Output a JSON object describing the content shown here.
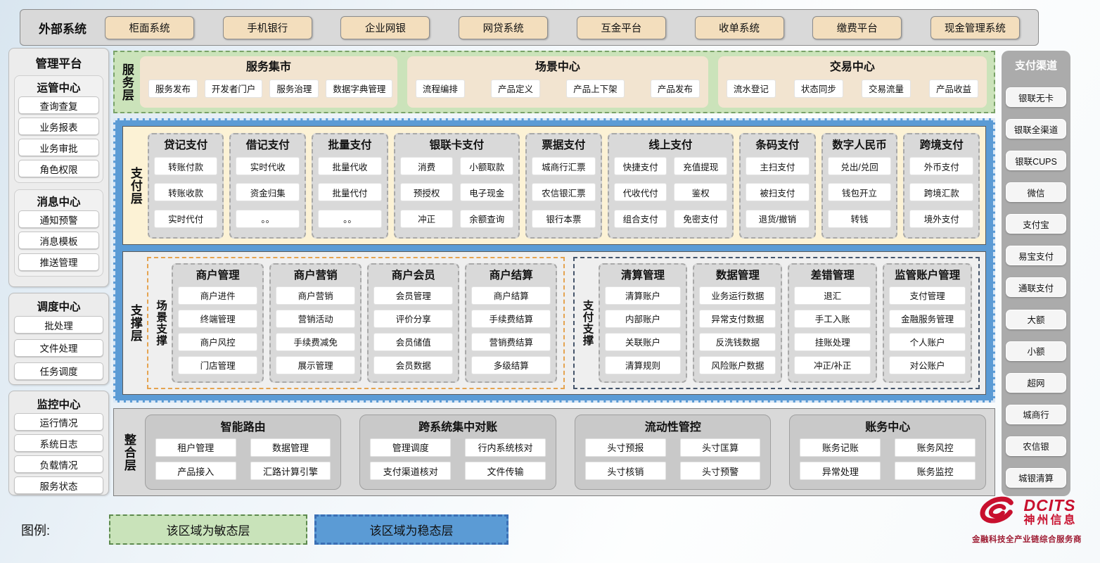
{
  "external": {
    "label": "外部系统",
    "systems": [
      "柜面系统",
      "手机银行",
      "企业网银",
      "网贷系统",
      "互金平台",
      "收单系统",
      "缴费平台",
      "现金管理系统"
    ]
  },
  "management": {
    "title": "管理平台",
    "groups": [
      {
        "title": "运管中心",
        "items": [
          "查询查复",
          "业务报表",
          "业务审批",
          "角色权限"
        ]
      },
      {
        "title": "消息中心",
        "items": [
          "通知预警",
          "消息模板",
          "推送管理"
        ]
      },
      {
        "title": "调度中心",
        "items": [
          "批处理",
          "文件处理",
          "任务调度"
        ]
      },
      {
        "title": "监控中心",
        "items": [
          "运行情况",
          "系统日志",
          "负载情况",
          "服务状态"
        ]
      }
    ]
  },
  "service_layer": {
    "label": "服务层",
    "groups": [
      {
        "title": "服务集市",
        "items": [
          "服务发布",
          "开发者门户",
          "服务治理",
          "数据字典管理"
        ]
      },
      {
        "title": "场景中心",
        "items": [
          "流程编排",
          "产品定义",
          "产品上下架",
          "产品发布"
        ]
      },
      {
        "title": "交易中心",
        "items": [
          "流水登记",
          "状态同步",
          "交易流量",
          "产品收益"
        ]
      }
    ]
  },
  "payment_layer": {
    "label": "支付层",
    "columns": [
      {
        "title": "贷记支付",
        "cols": 1,
        "items": [
          "转账付款",
          "转账收款",
          "实时代付"
        ]
      },
      {
        "title": "借记支付",
        "cols": 1,
        "items": [
          "实时代收",
          "资金归集",
          "。。"
        ]
      },
      {
        "title": "批量支付",
        "cols": 1,
        "items": [
          "批量代收",
          "批量代付",
          "。。"
        ]
      },
      {
        "title": "银联卡支付",
        "cols": 2,
        "items": [
          "消费",
          "小额取款",
          "预授权",
          "电子现金",
          "冲正",
          "余额查询"
        ]
      },
      {
        "title": "票据支付",
        "cols": 1,
        "items": [
          "城商行汇票",
          "农信银汇票",
          "银行本票"
        ]
      },
      {
        "title": "线上支付",
        "cols": 2,
        "items": [
          "快捷支付",
          "充值提现",
          "代收代付",
          "鉴权",
          "组合支付",
          "免密支付"
        ]
      },
      {
        "title": "条码支付",
        "cols": 1,
        "items": [
          "主扫支付",
          "被扫支付",
          "退货/撤销"
        ]
      },
      {
        "title": "数字人民币",
        "cols": 1,
        "items": [
          "兑出/兑回",
          "钱包开立",
          "转钱"
        ]
      },
      {
        "title": "跨境支付",
        "cols": 1,
        "items": [
          "外币支付",
          "跨境汇款",
          "境外支付"
        ]
      }
    ]
  },
  "support_layer": {
    "label": "支撑层",
    "sections": [
      {
        "label": "场景支撑",
        "columns": [
          {
            "title": "商户管理",
            "items": [
              "商户进件",
              "终端管理",
              "商户风控",
              "门店管理"
            ]
          },
          {
            "title": "商户营销",
            "items": [
              "商户营销",
              "营销活动",
              "手续费减免",
              "展示管理"
            ]
          },
          {
            "title": "商户会员",
            "items": [
              "会员管理",
              "评价分享",
              "会员储值",
              "会员数据"
            ]
          },
          {
            "title": "商户结算",
            "items": [
              "商户结算",
              "手续费结算",
              "营销费结算",
              "多级结算"
            ]
          }
        ]
      },
      {
        "label": "支付支撑",
        "columns": [
          {
            "title": "清算管理",
            "items": [
              "清算账户",
              "内部账户",
              "关联账户",
              "清算规则"
            ]
          },
          {
            "title": "数据管理",
            "items": [
              "业务运行数据",
              "异常支付数据",
              "反洗钱数据",
              "风险账户数据"
            ]
          },
          {
            "title": "差错管理",
            "items": [
              "退汇",
              "手工入账",
              "挂账处理",
              "冲正/补正"
            ]
          },
          {
            "title": "监管账户管理",
            "items": [
              "支付管理",
              "金融服务管理",
              "个人账户",
              "对公账户"
            ]
          }
        ]
      }
    ]
  },
  "integration_layer": {
    "label": "整合层",
    "groups": [
      {
        "title": "智能路由",
        "items": [
          "租户管理",
          "数据管理",
          "产品接入",
          "汇路计算引擎"
        ]
      },
      {
        "title": "跨系统集中对账",
        "items": [
          "管理调度",
          "行内系统核对",
          "支付渠道核对",
          "文件传输"
        ]
      },
      {
        "title": "流动性管控",
        "items": [
          "头寸预报",
          "头寸匡算",
          "头寸核销",
          "头寸预警"
        ]
      },
      {
        "title": "账务中心",
        "items": [
          "账务记账",
          "账务风控",
          "异常处理",
          "账务监控"
        ]
      }
    ]
  },
  "channels": {
    "title": "支付渠道",
    "items": [
      "银联无卡",
      "银联全渠道",
      "银联CUPS",
      "微信",
      "支付宝",
      "易宝支付",
      "通联支付",
      "大额",
      "小额",
      "超网",
      "城商行",
      "农信银",
      "城银清算"
    ]
  },
  "legend": {
    "label": "图例:",
    "agile": "该区域为敏态层",
    "stable": "该区域为稳态层"
  },
  "logo": {
    "name": "DCITS",
    "cn": "神州信息",
    "tagline": "金融科技全产业链综合服务商"
  },
  "colors": {
    "agile_green": "#C9E3BA",
    "stable_blue": "#5B9BD5",
    "external_button_tan": "#F3DEBD",
    "payment_panel_cream": "#FCF2D5",
    "scene_support_border_orange": "#E5A34F",
    "payment_support_border_slate": "#44546A",
    "group_gray": "#D9D9D9",
    "logo_red": "#C8102E"
  }
}
